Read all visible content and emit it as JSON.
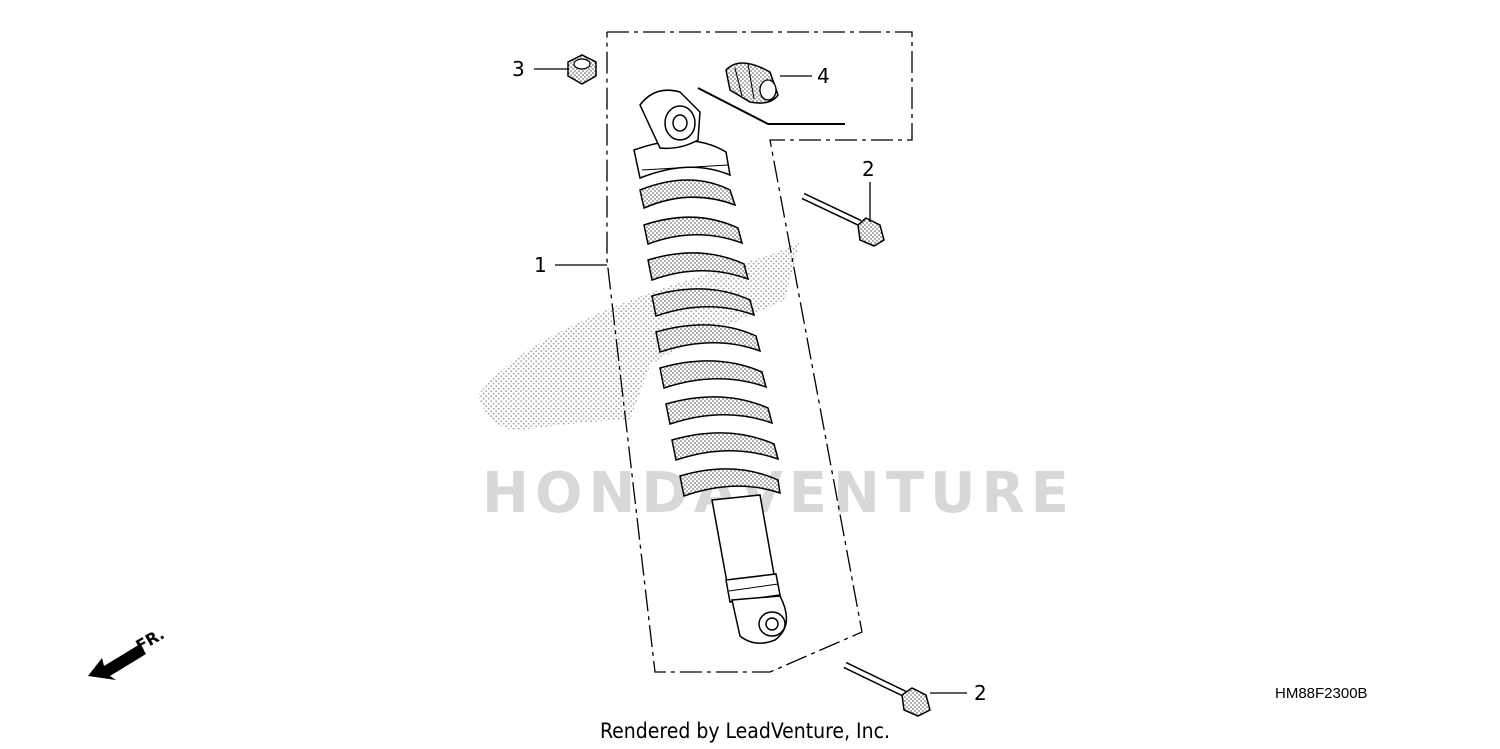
{
  "watermark": {
    "text": "HONDAVENTURE"
  },
  "callouts": [
    {
      "id": "shock",
      "label": "1"
    },
    {
      "id": "bolt_top",
      "label": "2"
    },
    {
      "id": "bolt_bottom",
      "label": "2"
    },
    {
      "id": "nut",
      "label": "3"
    },
    {
      "id": "bump_rubber",
      "label": "4"
    }
  ],
  "direction_arrow": {
    "label": "FR."
  },
  "diagram_code": "HM88F2300B",
  "credit": "Rendered by LeadVenture, Inc."
}
